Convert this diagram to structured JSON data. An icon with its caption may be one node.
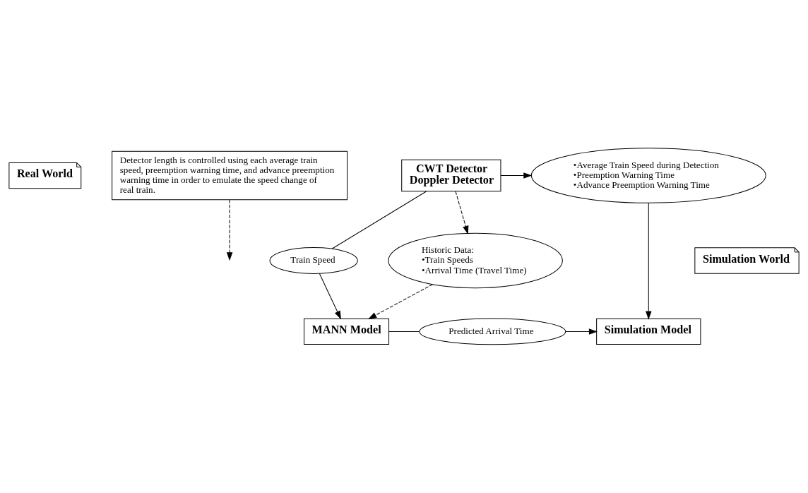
{
  "diagram": {
    "nodes": [
      {
        "text": [
          "Real World"
        ]
      },
      {
        "text": [
          "Detector length is controlled using each average train speed, preemption warning time, and advance preemption warning time in order to emulate the speed change of real train."
        ]
      },
      {
        "text": [
          "CWT Detector",
          "Doppler Detector"
        ]
      },
      {
        "text": [
          "•Average Train Speed during Detection",
          "•Preemption Warning Time",
          "•Advance Preemption Warning Time"
        ]
      },
      {
        "text": [
          "Train Speed"
        ]
      },
      {
        "text": [
          "MANN Model"
        ]
      },
      {
        "text": [
          "Predicted Arrival Time"
        ]
      },
      {
        "text": [
          "Simulation Model"
        ]
      },
      {
        "text": [
          "Historic Data:",
          "•Train Speeds",
          "•Arrival Time (Travel Time)"
        ]
      },
      {
        "text": [
          "Simulation World"
        ]
      }
    ],
    "edges": [
      {
        "from": 2,
        "to": 3,
        "arrow": "to"
      },
      {
        "from": 3,
        "to": 7,
        "arrow": "to"
      },
      {
        "from": 1,
        "to": null,
        "arrow": "to",
        "style": "dashed"
      },
      {
        "from": 2,
        "to": 4,
        "arrow": "none"
      },
      {
        "from": 4,
        "to": 5,
        "arrow": "to"
      },
      {
        "from": 5,
        "to": 6,
        "arrow": "none"
      },
      {
        "from": 6,
        "to": 7,
        "arrow": "to"
      },
      {
        "from": 2,
        "to": 8,
        "arrow": "to",
        "style": "dashed"
      },
      {
        "from": 8,
        "to": 5,
        "arrow": "to",
        "style": "dashed"
      }
    ]
  }
}
